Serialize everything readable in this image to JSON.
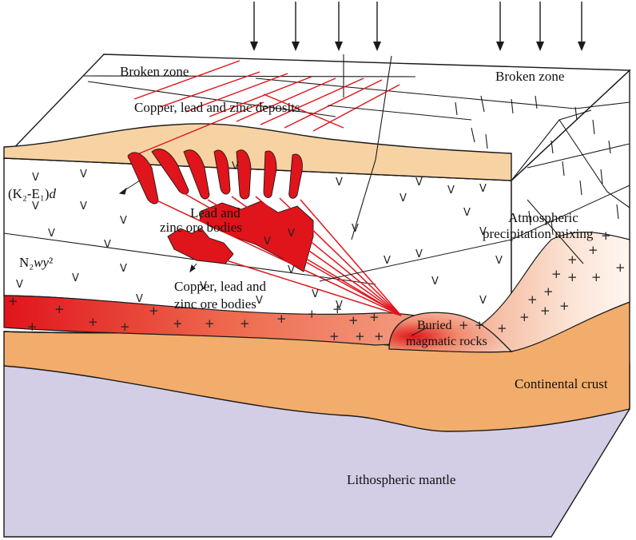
{
  "labels": {
    "broken_zone_left": "Broken zone",
    "broken_zone_right": "Broken zone",
    "cu_pb_zn_deposits": "Copper, lead and zinc deposits",
    "formation_k2e1_prefix": "(K₂-E₁)",
    "formation_k2e1_suffix": "d",
    "lead_zinc_line1": "Lead and",
    "lead_zinc_line2": "zinc ore bodies",
    "formation_n2_prefix": "N₂",
    "formation_n2_italic": "wy",
    "formation_n2_sup": "²",
    "cu_bodies_line1": "Copper, lead and",
    "cu_bodies_line2": "zinc ore bodies",
    "atm_line1": "Atmospheric",
    "atm_line2": "precipitation mixing",
    "buried_line1": "Buried",
    "buried_line2": "magmatic rocks",
    "continental_crust": "Continental crust",
    "lithospheric_mantle": "Lithospheric mantle"
  },
  "colors": {
    "ore_red": "#e0141b",
    "sand_layer": "#f7d3a3",
    "crust_orange": "#f2ad6c",
    "mantle_lavender": "#d3cde6",
    "magma_light": "#fbe9dd",
    "outline": "#1a1a1a"
  },
  "arrows": {
    "count": 7,
    "meaning": "atmospheric precipitation"
  }
}
